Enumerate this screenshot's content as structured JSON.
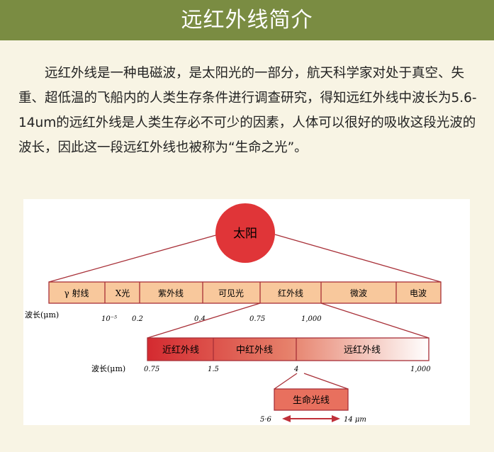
{
  "header": {
    "title": "远红外线简介"
  },
  "intro": {
    "text": "远红外线是一种电磁波，是太阳光的一部分，航天科学家对处于真空、失重、超低温的飞船内的人类生存条件进行调查研究，得知远红外线中波长为5.6-14um的远红外线是人类生存必不可少的因素，人体可以很好的吸收这段光波的波长，因此这一段远红外线也被称为“生命之光”。"
  },
  "diagram": {
    "sun_label": "太阳",
    "spectrum": [
      "γ 射线",
      "X光",
      "紫外线",
      "可见光",
      "红外线",
      "微波",
      "电波"
    ],
    "spectrum_axis_label": "波长(μm)",
    "spectrum_ticks": [
      "10⁻⁵",
      "0.2",
      "0.4",
      "0.75",
      "1,000"
    ],
    "infrared": [
      "近红外线",
      "中红外线",
      "远红外线"
    ],
    "infrared_axis_label": "波长(μm)",
    "infrared_ticks": [
      "0.75",
      "1.5",
      "4",
      "1,000"
    ],
    "life_label": "生命光线",
    "life_start": "5·6",
    "life_end": "14 μm"
  },
  "colors": {
    "header": "#7a8c42",
    "background": "#f8f4e4",
    "sun": "#e03538",
    "band": "#f8c89c",
    "border": "#a83038"
  }
}
